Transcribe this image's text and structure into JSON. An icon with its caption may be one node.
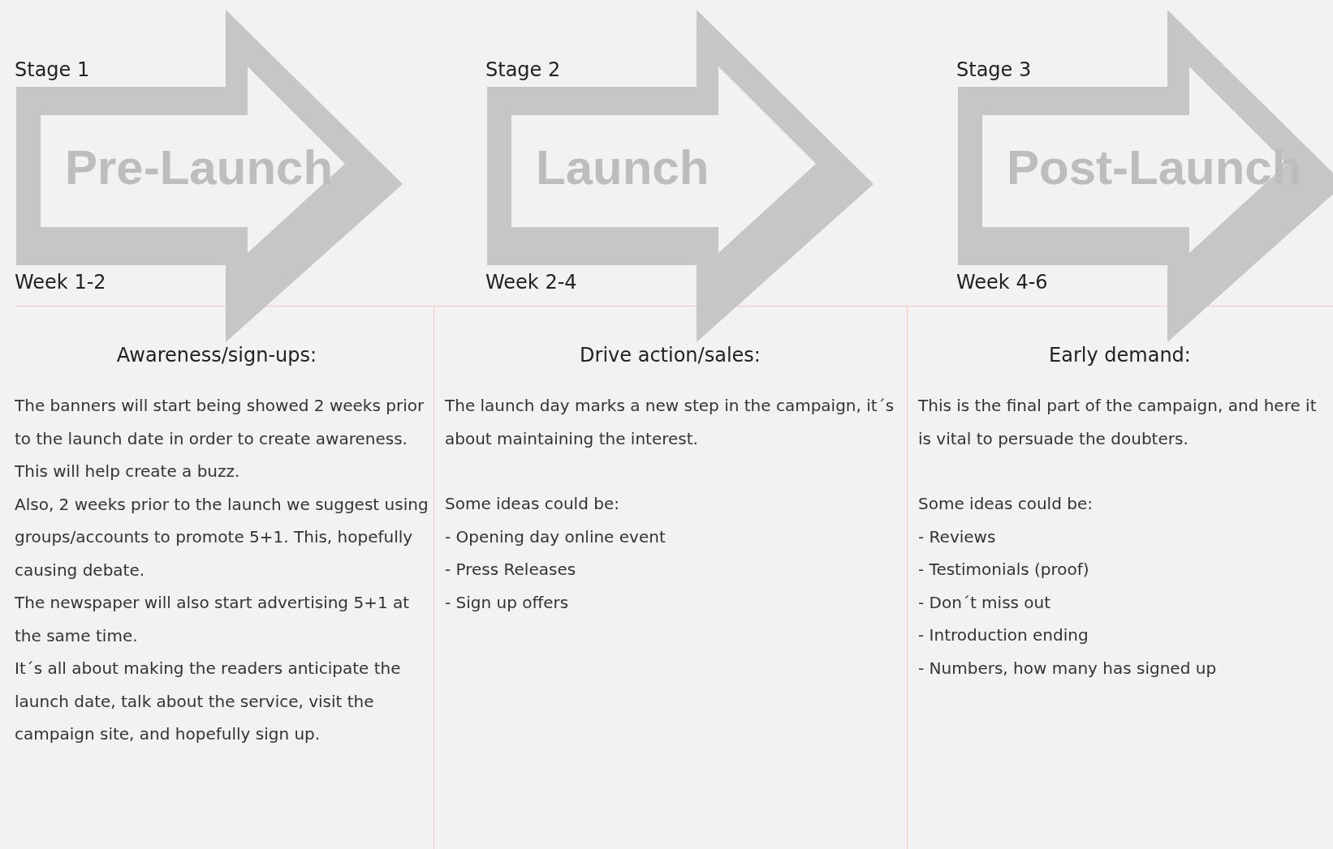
{
  "diagram": {
    "nodes": [
      {
        "text": [
          "Pre-Launch"
        ],
        "beside": [
          "Stage 1",
          "Week 1-2"
        ]
      },
      {
        "text": [
          "Launch"
        ],
        "beside": [
          "Stage 2",
          "Week 2-4"
        ]
      },
      {
        "text": [
          "Post-Launch"
        ],
        "beside": [
          "Stage 3",
          "Week 4-6"
        ]
      },
      {
        "text": [
          "Awareness/sign-ups:",
          "The banners will start being showed 2 weeks prior to the launch date in order to create awareness. This will help create a buzz.",
          "Also, 2 weeks prior to the launch we suggest using groups/accounts to promote 5+1. This, hopefully causing debate.",
          "The newspaper will also start advertising 5+1 at the same time.",
          "It´s all about making the readers anticipate the launch date, talk about the service, visit the campaign site, and hopefully sign up."
        ]
      },
      {
        "text": [
          "Drive action/sales:",
          "The launch day marks a new step in the campaign, it´s about maintaining the interest.",
          "Some ideas could be:",
          "- Opening day online event",
          "- Press Releases",
          "- Sign up offers"
        ]
      },
      {
        "text": [
          "Early demand:",
          "This is the final part of the campaign, and here it is vital to persuade the doubters.",
          "Some ideas could be:",
          "- Reviews",
          "- Testimonials (proof)",
          "- Don´t miss out",
          "- Introduction ending",
          "- Numbers, how many has signed up"
        ]
      }
    ]
  }
}
